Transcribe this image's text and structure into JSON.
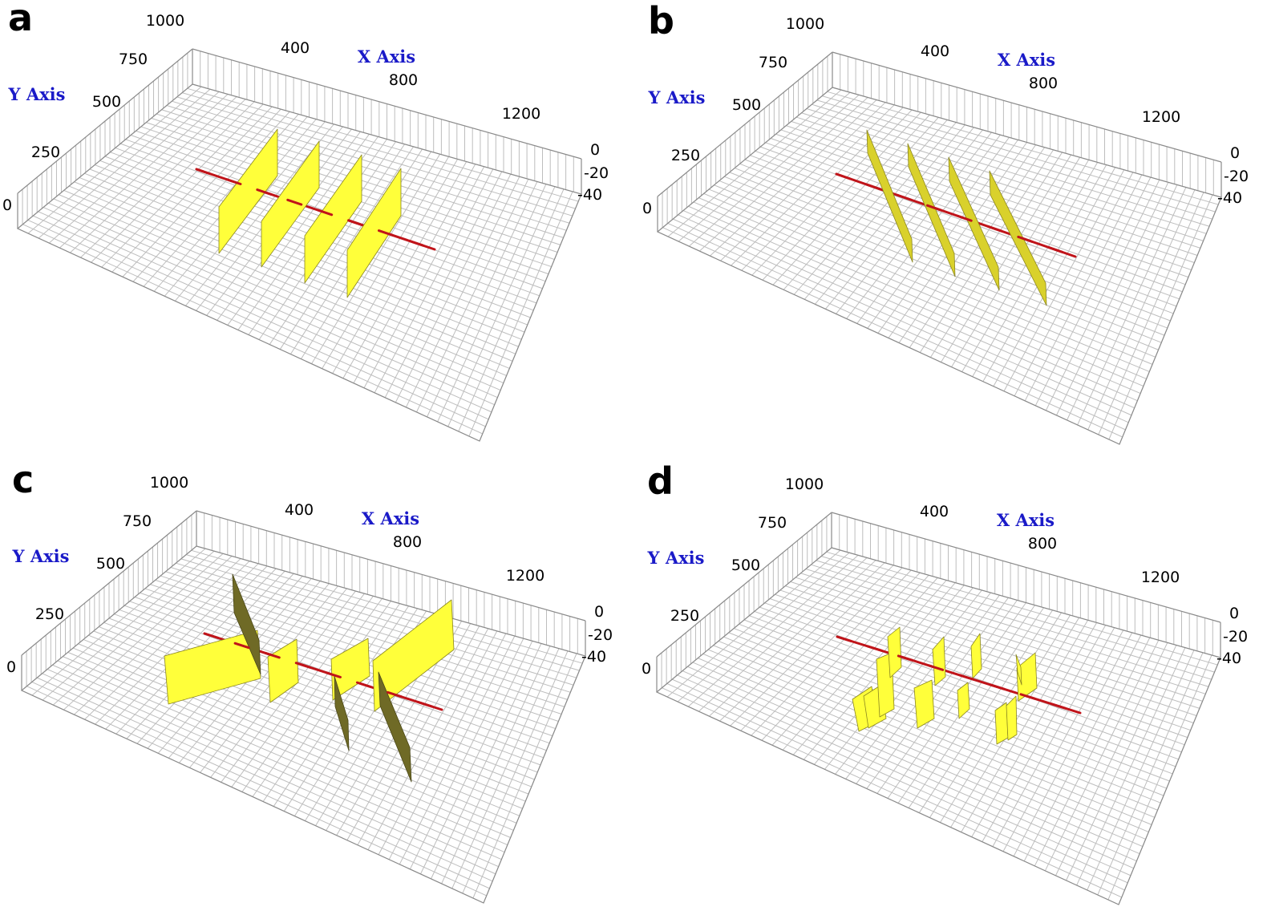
{
  "colors": {
    "well": "#c0141a",
    "frac_bright": "#ffff3a",
    "frac_medium": "#d9d12c",
    "frac_dark": "#6f6a26",
    "axis_title": "#1a1ac8",
    "grid": "#bdbdbd"
  },
  "panels": [
    {
      "letter": "a",
      "x_title": "X Axis",
      "y_title": "Y Axis",
      "x_ticks": [
        "400",
        "800",
        "1200"
      ],
      "y_ticks": [
        "1000",
        "750",
        "500",
        "250",
        "0"
      ],
      "z_ticks": [
        "0",
        "-20",
        "-40"
      ],
      "fractures": [
        {
          "shade": "bright"
        },
        {
          "shade": "bright"
        },
        {
          "shade": "bright"
        },
        {
          "shade": "bright"
        }
      ]
    },
    {
      "letter": "b",
      "x_title": "X Axis",
      "y_title": "Y Axis",
      "x_ticks": [
        "400",
        "800",
        "1200"
      ],
      "y_ticks": [
        "1000",
        "750",
        "500",
        "250",
        "0"
      ],
      "z_ticks": [
        "0",
        "-20",
        "-40"
      ],
      "fractures": [
        {
          "shade": "medium"
        },
        {
          "shade": "medium"
        },
        {
          "shade": "medium"
        },
        {
          "shade": "medium"
        }
      ]
    },
    {
      "letter": "c",
      "x_title": "X Axis",
      "y_title": "Y Axis",
      "x_ticks": [
        "400",
        "800",
        "1200"
      ],
      "y_ticks": [
        "1000",
        "750",
        "500",
        "250",
        "0"
      ],
      "z_ticks": [
        "0",
        "-20",
        "-40"
      ],
      "fractures": [
        {
          "shade": "bright"
        },
        {
          "shade": "dark"
        },
        {
          "shade": "bright"
        },
        {
          "shade": "bright"
        },
        {
          "shade": "dark"
        },
        {
          "shade": "bright"
        },
        {
          "shade": "dark"
        }
      ]
    },
    {
      "letter": "d",
      "x_title": "X Axis",
      "y_title": "Y Axis",
      "x_ticks": [
        "400",
        "800",
        "1200"
      ],
      "y_ticks": [
        "1000",
        "750",
        "500",
        "250",
        "0"
      ],
      "z_ticks": [
        "0",
        "-20",
        "-40"
      ],
      "fractures": [
        {
          "shade": "bright"
        },
        {
          "shade": "bright"
        },
        {
          "shade": "bright"
        },
        {
          "shade": "bright"
        },
        {
          "shade": "bright"
        },
        {
          "shade": "bright"
        },
        {
          "shade": "bright"
        },
        {
          "shade": "bright"
        },
        {
          "shade": "bright"
        },
        {
          "shade": "bright"
        },
        {
          "shade": "bright"
        },
        {
          "shade": "bright"
        }
      ]
    }
  ]
}
